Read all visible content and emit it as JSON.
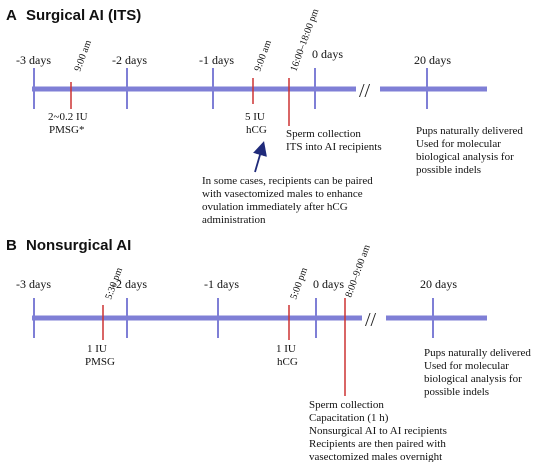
{
  "panelA": {
    "letter": "A",
    "title": "Surgical AI (ITS)",
    "ticks": {
      "m3": "-3 days",
      "m2": "-2 days",
      "m1": "-1 days",
      "d0": "0 days",
      "d20": "20 days"
    },
    "rotated": {
      "t900a": "9:00 am",
      "t900b": "9:00 am",
      "t1600": "16:00–18:00 pm"
    },
    "break_mark": "//",
    "pmsg": [
      "2~0.2 IU",
      "PMSG*"
    ],
    "hcg": [
      "5 IU",
      "hCG"
    ],
    "sperm": [
      "Sperm collection",
      "ITS into AI recipients"
    ],
    "pups": [
      "Pups naturally delivered",
      "Used for molecular",
      "biological analysis for",
      "possible indels"
    ],
    "note": [
      "In some cases, recipients can be paired",
      "with vasectomized males to enhance",
      "ovulation immediately after hCG",
      "administration"
    ]
  },
  "panelB": {
    "letter": "B",
    "title": "Nonsurgical AI",
    "ticks": {
      "m3": "-3 days",
      "m2": "-2 days",
      "m1": "-1 days",
      "d0": "0 days",
      "d20": "20 days"
    },
    "rotated": {
      "t530": "5:30 pm",
      "t500": "5:00 pm",
      "t800": "8:00–9:00 am"
    },
    "break_mark": "//",
    "pmsg": [
      "1 IU",
      "PMSG"
    ],
    "hcg": [
      "1 IU",
      "hCG"
    ],
    "sperm": [
      "Sperm collection",
      "Capacitation (1 h)",
      "Nonsurgical AI to AI recipients",
      "Recipients are then paired with",
      "vasectomized males overnight"
    ],
    "pups": [
      "Pups naturally delivered",
      "Used for molecular",
      "biological analysis for",
      "possible indels"
    ]
  },
  "colors": {
    "timeline": "#7f7fd6",
    "event": "#cc3333",
    "arrow": "#1f2a7a",
    "text": "#111111"
  }
}
